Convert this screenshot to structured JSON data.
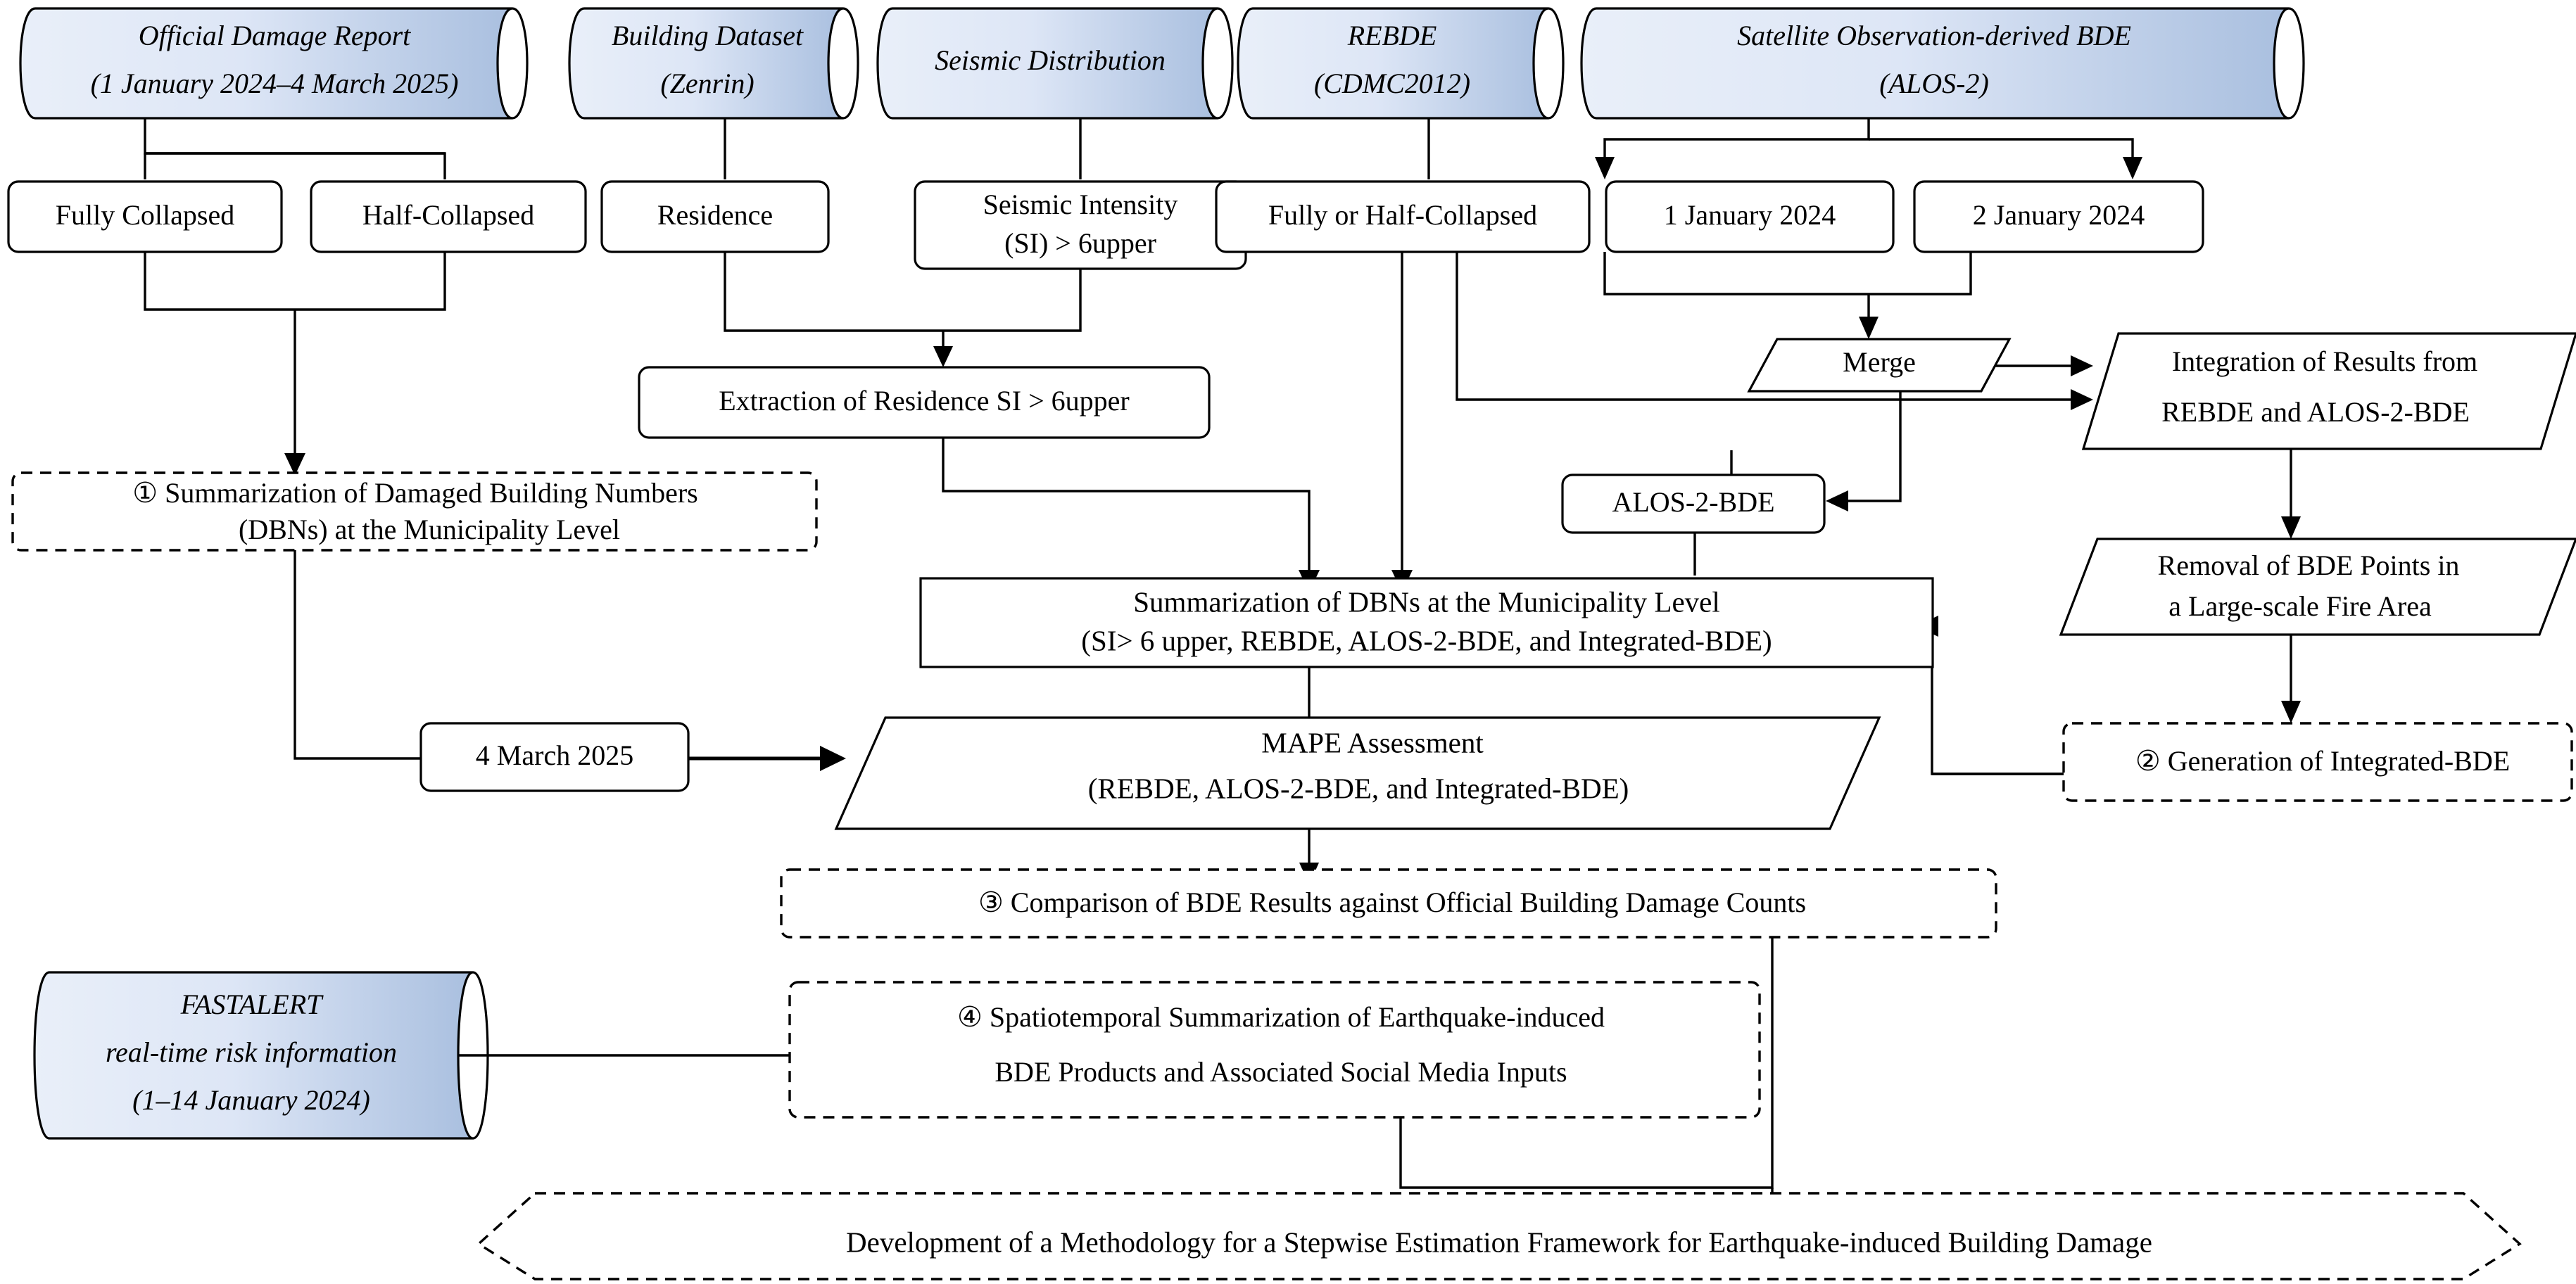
{
  "diagram": {
    "title": "Stepwise Estimation Framework for Earthquake-induced Building Damage",
    "colors": {
      "cylinder_light": "#e8eef9",
      "cylinder_blue": "#a8bedf",
      "stroke": "#000000",
      "background": "#ffffff"
    },
    "sources": [
      {
        "id": "official-damage-report",
        "line1": "Official Damage Report",
        "line2": "(1 January 2024–4 March 2025)"
      },
      {
        "id": "building-dataset",
        "line1": "Building Dataset",
        "line2": "(Zenrin)"
      },
      {
        "id": "seismic-distribution",
        "line1": "Seismic Distribution",
        "line2": ""
      },
      {
        "id": "rebde",
        "line1": "REBDE",
        "line2": "(CDMC2012)"
      },
      {
        "id": "satellite-bde",
        "line1": "Satellite Observation-derived BDE",
        "line2": "(ALOS-2)"
      },
      {
        "id": "fastalert",
        "line1": "FASTALERT",
        "line2": "real-time risk information",
        "line3": "(1–14 January 2024)"
      }
    ],
    "process_boxes": [
      {
        "id": "fully-collapsed",
        "label": "Fully Collapsed"
      },
      {
        "id": "half-collapsed",
        "label": "Half-Collapsed"
      },
      {
        "id": "residence",
        "label": "Residence"
      },
      {
        "id": "seismic-intensity",
        "line1": "Seismic Intensity",
        "line2": "(SI) > 6upper"
      },
      {
        "id": "fully-or-half-collapsed",
        "label": "Fully or Half-Collapsed"
      },
      {
        "id": "date-1-january-2024",
        "label": "1 January 2024"
      },
      {
        "id": "date-2-january-2024",
        "label": "2 January 2024"
      },
      {
        "id": "extraction-residence",
        "label": "Extraction of Residence SI > 6upper"
      },
      {
        "id": "alos-2-bde",
        "label": "ALOS-2-BDE"
      },
      {
        "id": "date-4-march-2025",
        "label": "4 March 2025"
      },
      {
        "id": "summarization-dbns",
        "line1": "Summarization of DBNs at the Municipality Level",
        "line2": "(SI> 6 upper, REBDE, ALOS-2-BDE, and Integrated-BDE)"
      }
    ],
    "parallelograms": [
      {
        "id": "merge",
        "label": "Merge"
      },
      {
        "id": "integration-results",
        "line1": "Integration of Results from",
        "line2": "REBDE and ALOS-2-BDE"
      },
      {
        "id": "removal-bde-points",
        "line1": "Removal of BDE Points in",
        "line2": "a Large-scale Fire Area"
      },
      {
        "id": "mape-assessment",
        "line1": "MAPE Assessment",
        "line2": "(REBDE, ALOS-2-BDE, and Integrated-BDE)"
      }
    ],
    "dashed_steps": [
      {
        "id": "step-1",
        "marker": "①",
        "line1": "Summarization of  Damaged Building Numbers",
        "line2": "(DBNs) at the Municipality Level"
      },
      {
        "id": "step-2",
        "marker": "②",
        "line1": "Generation of Integrated-BDE",
        "line2": ""
      },
      {
        "id": "step-3",
        "marker": "③",
        "line1": "Comparison of BDE Results against Official Building Damage Counts",
        "line2": ""
      },
      {
        "id": "step-4",
        "marker": "④",
        "line1": "Spatiotemporal Summarization of Earthquake-induced",
        "line2": "BDE Products and Associated Social Media Inputs"
      }
    ],
    "outcome": {
      "id": "final-outcome",
      "label": "Development of a Methodology for a Stepwise Estimation Framework for Earthquake-induced Building Damage"
    }
  }
}
